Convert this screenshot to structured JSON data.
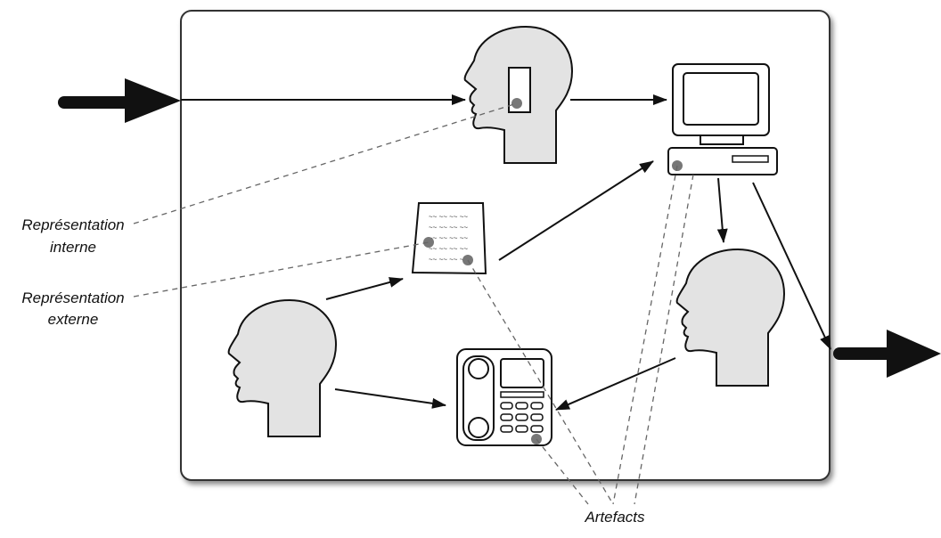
{
  "labels": {
    "internal_line1": "Représentation",
    "internal_line2": "interne",
    "external_line1": "Représentation",
    "external_line2": "externe",
    "artefacts": "Artefacts"
  },
  "document_scribble": "~~ ~~ ~~ ~~",
  "colors": {
    "frame_stroke": "#333333",
    "head_fill": "#e3e3e3",
    "marker_dot": "#777777",
    "arrow": "#111111",
    "dashed_line": "#666666"
  }
}
